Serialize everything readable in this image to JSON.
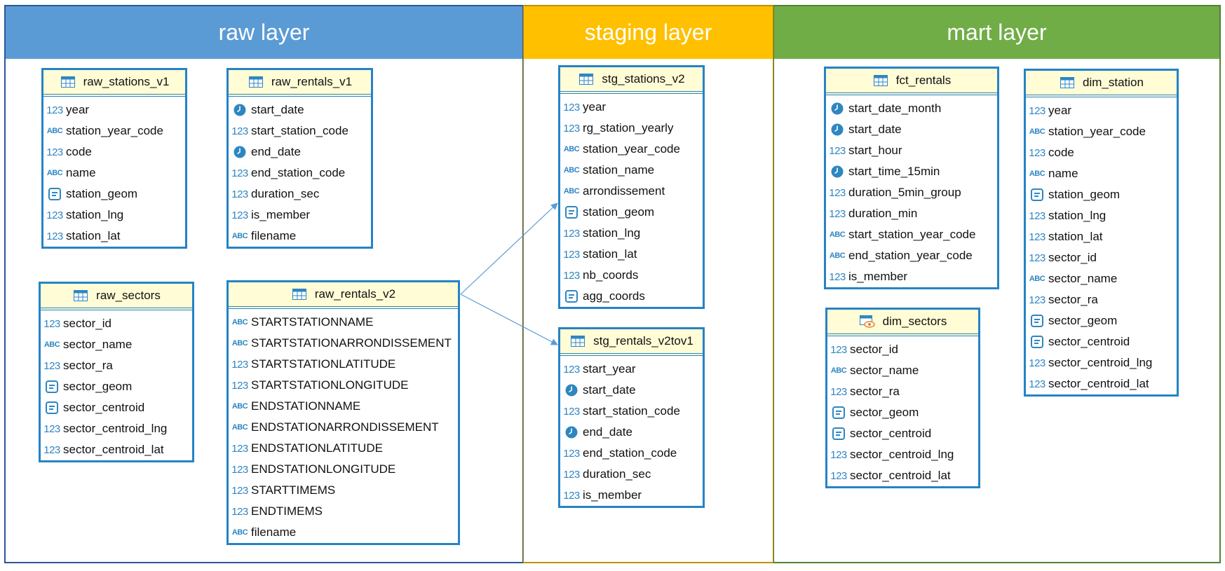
{
  "layers": {
    "raw": "raw layer",
    "staging": "staging layer",
    "mart": "mart layer"
  },
  "tables": {
    "raw_stations_v1": {
      "name": "raw_stations_v1",
      "icon": "table-icon",
      "columns": [
        {
          "type": "number",
          "name": "year"
        },
        {
          "type": "text",
          "name": "station_year_code"
        },
        {
          "type": "number",
          "name": "code"
        },
        {
          "type": "text",
          "name": "name"
        },
        {
          "type": "geometry",
          "name": "station_geom"
        },
        {
          "type": "number",
          "name": "station_lng"
        },
        {
          "type": "number",
          "name": "station_lat"
        }
      ]
    },
    "raw_rentals_v1": {
      "name": "raw_rentals_v1",
      "icon": "table-icon",
      "columns": [
        {
          "type": "date",
          "name": "start_date"
        },
        {
          "type": "number",
          "name": "start_station_code"
        },
        {
          "type": "date",
          "name": "end_date"
        },
        {
          "type": "number",
          "name": "end_station_code"
        },
        {
          "type": "number",
          "name": "duration_sec"
        },
        {
          "type": "number",
          "name": "is_member"
        },
        {
          "type": "text",
          "name": "filename"
        }
      ]
    },
    "raw_sectors": {
      "name": "raw_sectors",
      "icon": "table-icon",
      "columns": [
        {
          "type": "number",
          "name": "sector_id"
        },
        {
          "type": "text",
          "name": "sector_name"
        },
        {
          "type": "number",
          "name": "sector_ra"
        },
        {
          "type": "geometry",
          "name": "sector_geom"
        },
        {
          "type": "geometry",
          "name": "sector_centroid"
        },
        {
          "type": "number",
          "name": "sector_centroid_lng"
        },
        {
          "type": "number",
          "name": "sector_centroid_lat"
        }
      ]
    },
    "raw_rentals_v2": {
      "name": "raw_rentals_v2",
      "icon": "table-icon",
      "columns": [
        {
          "type": "text",
          "name": "STARTSTATIONNAME"
        },
        {
          "type": "text",
          "name": "STARTSTATIONARRONDISSEMENT"
        },
        {
          "type": "number",
          "name": "STARTSTATIONLATITUDE"
        },
        {
          "type": "number",
          "name": "STARTSTATIONLONGITUDE"
        },
        {
          "type": "text",
          "name": "ENDSTATIONNAME"
        },
        {
          "type": "text",
          "name": "ENDSTATIONARRONDISSEMENT"
        },
        {
          "type": "number",
          "name": "ENDSTATIONLATITUDE"
        },
        {
          "type": "number",
          "name": "ENDSTATIONLONGITUDE"
        },
        {
          "type": "number",
          "name": "STARTTIMEMS"
        },
        {
          "type": "number",
          "name": "ENDTIMEMS"
        },
        {
          "type": "text",
          "name": "filename"
        }
      ]
    },
    "stg_stations_v2": {
      "name": "stg_stations_v2",
      "icon": "table-icon",
      "columns": [
        {
          "type": "number",
          "name": "year"
        },
        {
          "type": "number",
          "name": "rg_station_yearly"
        },
        {
          "type": "text",
          "name": "station_year_code"
        },
        {
          "type": "text",
          "name": "station_name"
        },
        {
          "type": "text",
          "name": "arrondissement"
        },
        {
          "type": "geometry",
          "name": "station_geom"
        },
        {
          "type": "number",
          "name": "station_lng"
        },
        {
          "type": "number",
          "name": "station_lat"
        },
        {
          "type": "number",
          "name": "nb_coords"
        },
        {
          "type": "geometry",
          "name": "agg_coords"
        }
      ]
    },
    "stg_rentals_v2tov1": {
      "name": "stg_rentals_v2tov1",
      "icon": "table-icon",
      "columns": [
        {
          "type": "number",
          "name": "start_year"
        },
        {
          "type": "date",
          "name": "start_date"
        },
        {
          "type": "number",
          "name": "start_station_code"
        },
        {
          "type": "date",
          "name": "end_date"
        },
        {
          "type": "number",
          "name": "end_station_code"
        },
        {
          "type": "number",
          "name": "duration_sec"
        },
        {
          "type": "number",
          "name": "is_member"
        }
      ]
    },
    "fct_rentals": {
      "name": "fct_rentals",
      "icon": "table-icon",
      "columns": [
        {
          "type": "date",
          "name": "start_date_month"
        },
        {
          "type": "date",
          "name": "start_date"
        },
        {
          "type": "number",
          "name": "start_hour"
        },
        {
          "type": "date",
          "name": "start_time_15min"
        },
        {
          "type": "number",
          "name": "duration_5min_group"
        },
        {
          "type": "number",
          "name": "duration_min"
        },
        {
          "type": "text",
          "name": "start_station_year_code"
        },
        {
          "type": "text",
          "name": "end_station_year_code"
        },
        {
          "type": "number",
          "name": "is_member"
        }
      ]
    },
    "dim_sectors": {
      "name": "dim_sectors",
      "icon": "view-icon",
      "columns": [
        {
          "type": "number",
          "name": "sector_id"
        },
        {
          "type": "text",
          "name": "sector_name"
        },
        {
          "type": "number",
          "name": "sector_ra"
        },
        {
          "type": "geometry",
          "name": "sector_geom"
        },
        {
          "type": "geometry",
          "name": "sector_centroid"
        },
        {
          "type": "number",
          "name": "sector_centroid_lng"
        },
        {
          "type": "number",
          "name": "sector_centroid_lat"
        }
      ]
    },
    "dim_station": {
      "name": "dim_station",
      "icon": "table-icon",
      "columns": [
        {
          "type": "number",
          "name": "year"
        },
        {
          "type": "text",
          "name": "station_year_code"
        },
        {
          "type": "number",
          "name": "code"
        },
        {
          "type": "text",
          "name": "name"
        },
        {
          "type": "geometry",
          "name": "station_geom"
        },
        {
          "type": "number",
          "name": "station_lng"
        },
        {
          "type": "number",
          "name": "station_lat"
        },
        {
          "type": "number",
          "name": "sector_id"
        },
        {
          "type": "text",
          "name": "sector_name"
        },
        {
          "type": "number",
          "name": "sector_ra"
        },
        {
          "type": "geometry",
          "name": "sector_geom"
        },
        {
          "type": "geometry",
          "name": "sector_centroid"
        },
        {
          "type": "number",
          "name": "sector_centroid_lng"
        },
        {
          "type": "number",
          "name": "sector_centroid_lat"
        }
      ]
    }
  },
  "type_icons": {
    "number": "123",
    "text": "ABC",
    "date": "clock-icon",
    "geometry": "geometry-icon"
  },
  "edges": [
    {
      "from": "raw_rentals_v2",
      "to": "stg_stations_v2"
    },
    {
      "from": "raw_rentals_v2",
      "to": "stg_rentals_v2tov1"
    }
  ],
  "colors": {
    "raw_header": "#5b9bd5",
    "staging_header": "#ffc000",
    "mart_header": "#70ad47",
    "table_border": "#2583c6",
    "table_header_bg": "#fffcd6",
    "arrow": "#5b9bd5"
  }
}
